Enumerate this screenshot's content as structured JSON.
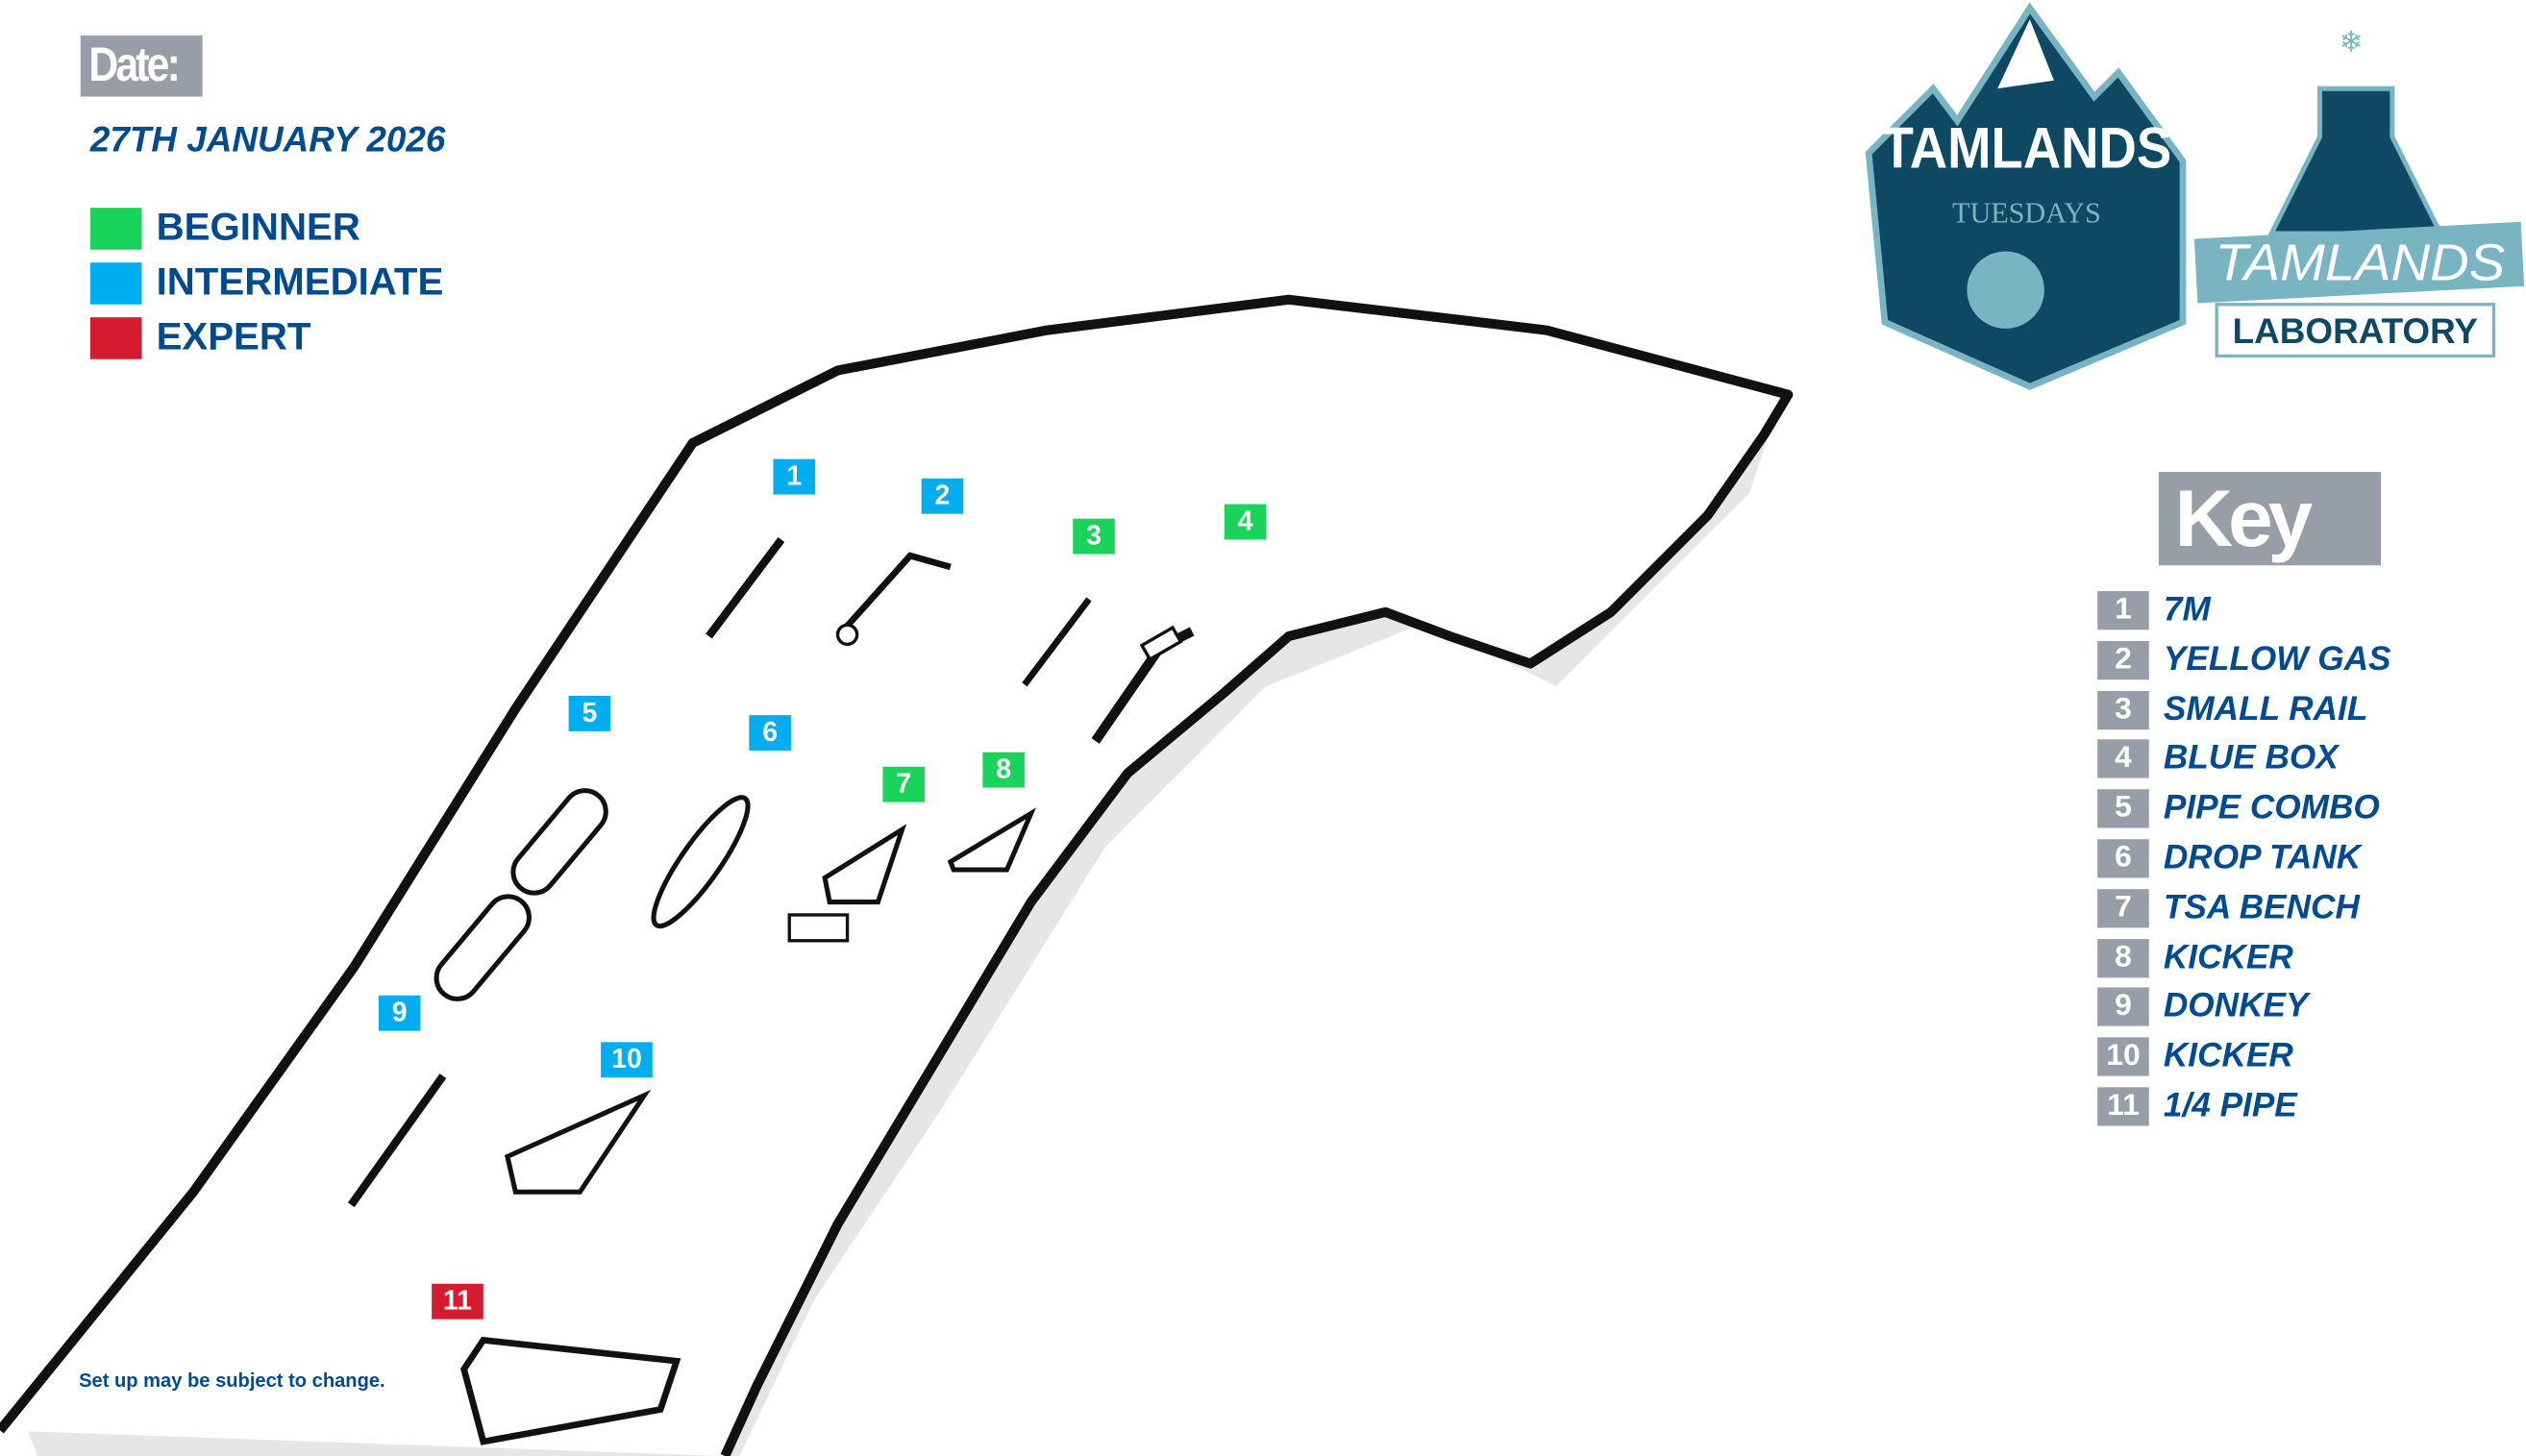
{
  "header": {
    "date_label": "Date:",
    "date_value": "27TH JANUARY 2026"
  },
  "legend": [
    {
      "label": "BEGINNER",
      "color": "#1ad35a"
    },
    {
      "label": "INTERMEDIATE",
      "color": "#00adef"
    },
    {
      "label": "EXPERT",
      "color": "#d41b30"
    }
  ],
  "logos": {
    "tuesdays": {
      "title": "TAMLANDS",
      "subtitle": "TUESDAYS"
    },
    "laboratory": {
      "title": "TAMLANDS",
      "subtitle": "LABORATORY"
    }
  },
  "key": {
    "title": "Key",
    "items": [
      {
        "num": "1",
        "label": "7M"
      },
      {
        "num": "2",
        "label": "YELLOW GAS"
      },
      {
        "num": "3",
        "label": "SMALL RAIL"
      },
      {
        "num": "4",
        "label": "BLUE BOX"
      },
      {
        "num": "5",
        "label": "PIPE COMBO"
      },
      {
        "num": "6",
        "label": "DROP TANK"
      },
      {
        "num": "7",
        "label": "TSA BENCH"
      },
      {
        "num": "8",
        "label": "KICKER"
      },
      {
        "num": "9",
        "label": "DONKEY"
      },
      {
        "num": "10",
        "label": "KICKER"
      },
      {
        "num": "11",
        "label": "1/4 PIPE"
      }
    ]
  },
  "markers": [
    {
      "num": "1",
      "level": "intermediate"
    },
    {
      "num": "2",
      "level": "intermediate"
    },
    {
      "num": "3",
      "level": "beginner"
    },
    {
      "num": "4",
      "level": "beginner"
    },
    {
      "num": "5",
      "level": "intermediate"
    },
    {
      "num": "6",
      "level": "intermediate"
    },
    {
      "num": "7",
      "level": "beginner"
    },
    {
      "num": "8",
      "level": "beginner"
    },
    {
      "num": "9",
      "level": "intermediate"
    },
    {
      "num": "10",
      "level": "intermediate"
    },
    {
      "num": "11",
      "level": "expert"
    }
  ],
  "footer": {
    "disclaimer": "Set up may be subject to change."
  }
}
